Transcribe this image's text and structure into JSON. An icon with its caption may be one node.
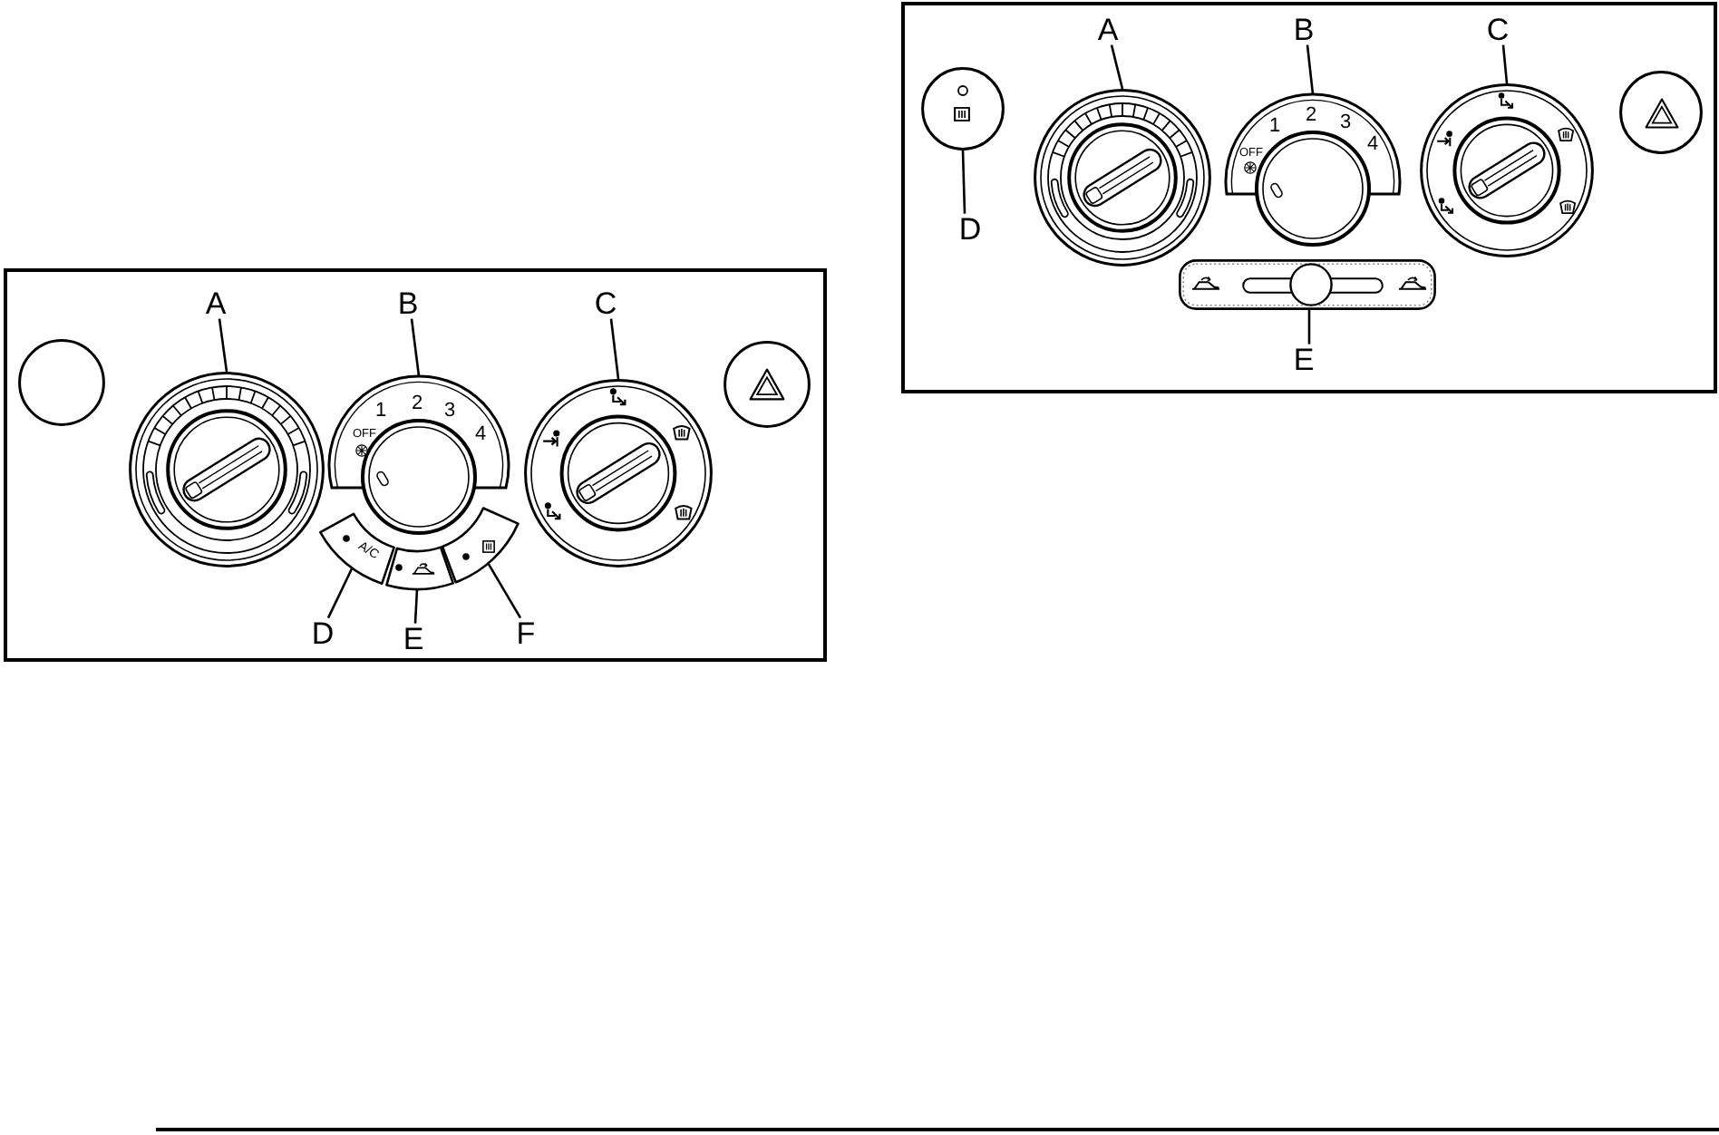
{
  "diagram": {
    "nodes": [
      {
        "text": [],
        "shape": "box"
      },
      {
        "text": [],
        "shape": "circle",
        "in": 0
      },
      {
        "text": [
          "A"
        ],
        "in": 0
      },
      {
        "text": [],
        "shape": "circle",
        "in": 0
      },
      {
        "text": [
          "B"
        ],
        "in": 0
      },
      {
        "text": [
          "OFF",
          "1",
          "2",
          "3",
          "4"
        ],
        "in": 0
      },
      {
        "text": [
          "C"
        ],
        "in": 0
      },
      {
        "text": [],
        "shape": "circle",
        "in": 0
      },
      {
        "text": [],
        "shape": "circle",
        "in": 0
      },
      {
        "text": [
          "D"
        ],
        "in": 0
      },
      {
        "text": [
          "A/C"
        ],
        "in": 0
      },
      {
        "text": [
          "E"
        ],
        "in": 0
      },
      {
        "text": [],
        "shape": "arc",
        "in": 0
      },
      {
        "text": [
          "F"
        ],
        "in": 0
      },
      {
        "text": [],
        "shape": "arc",
        "in": 0
      },
      {
        "text": [],
        "shape": "box"
      },
      {
        "text": [],
        "shape": "circle",
        "in": 15
      },
      {
        "text": [
          "A"
        ],
        "in": 15
      },
      {
        "text": [],
        "shape": "circle",
        "in": 15
      },
      {
        "text": [
          "B"
        ],
        "in": 15
      },
      {
        "text": [
          "OFF",
          "1",
          "2",
          "3",
          "4"
        ],
        "in": 15
      },
      {
        "text": [
          "C"
        ],
        "in": 15
      },
      {
        "text": [],
        "shape": "circle",
        "in": 15
      },
      {
        "text": [],
        "shape": "circle",
        "in": 15
      },
      {
        "text": [
          "D"
        ],
        "in": 15
      },
      {
        "text": [],
        "shape": "bar",
        "in": 15
      },
      {
        "text": [
          "E"
        ],
        "in": 15
      }
    ],
    "edges": [
      {
        "from": 2,
        "to": 3,
        "arrow": "none"
      },
      {
        "from": 4,
        "to": 5,
        "arrow": "none"
      },
      {
        "from": 6,
        "to": 7,
        "arrow": "none"
      },
      {
        "from": 9,
        "to": 10,
        "arrow": "none"
      },
      {
        "from": 11,
        "to": 12,
        "arrow": "none"
      },
      {
        "from": 13,
        "to": 14,
        "arrow": "none"
      },
      {
        "from": 17,
        "to": 18,
        "arrow": "none"
      },
      {
        "from": 19,
        "to": 20,
        "arrow": "none"
      },
      {
        "from": 21,
        "to": 22,
        "arrow": "none"
      },
      {
        "from": 24,
        "to": 16,
        "arrow": "none"
      },
      {
        "from": 26,
        "to": 25,
        "arrow": "none"
      }
    ]
  }
}
